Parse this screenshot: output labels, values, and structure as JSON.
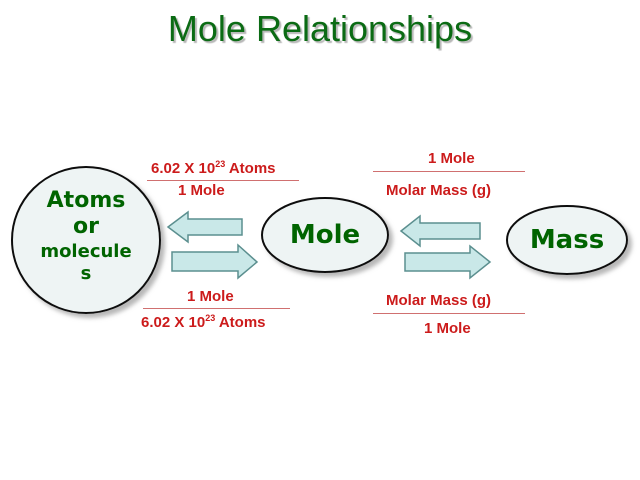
{
  "title": "Mole Relationships",
  "nodes": {
    "atoms": {
      "line1": "Atoms",
      "line2": "or",
      "line3": "molecule",
      "line4": "s"
    },
    "mole": "Mole",
    "mass": "Mass"
  },
  "left_top": {
    "num_prefix": "6.02 X 10",
    "num_exp": "23",
    "num_suffix": " Atoms",
    "den": "1 Mole"
  },
  "left_bottom": {
    "num": "1 Mole",
    "den_prefix": "6.02 X 10",
    "den_exp": "23",
    "den_suffix": " Atoms"
  },
  "right_top": {
    "num": "1 Mole",
    "den": "Molar Mass (g)"
  },
  "right_bottom": {
    "num": "Molar Mass (g)",
    "den": "1 Mole"
  },
  "colors": {
    "title": "#0b6b14",
    "label": "#cc1b1b",
    "node_text": "#006400",
    "node_fill": "#eef4f4",
    "arrow_fill": "#c9e8e8",
    "arrow_stroke": "#5b8f8f"
  }
}
